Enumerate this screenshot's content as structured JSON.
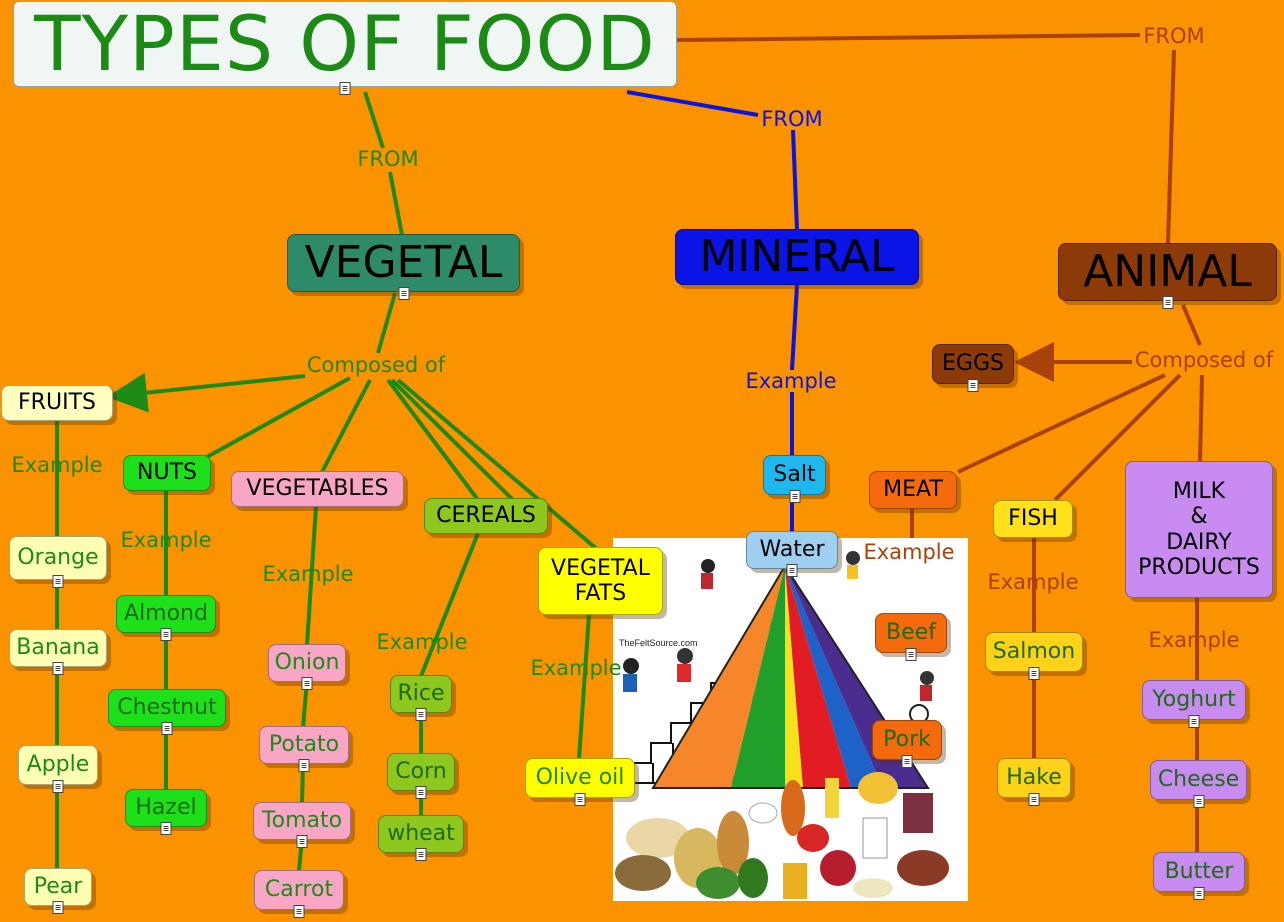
{
  "title": "TYPES OF FOOD",
  "colors": {
    "background": "#FB9200",
    "vegetal_line": "#1E8A16",
    "mineral_line": "#0A14E0",
    "animal_line": "#A8420A"
  },
  "links": {
    "from": "FROM",
    "composed_of": "Composed of",
    "example": "Example"
  },
  "categories": {
    "vegetal": "VEGETAL",
    "mineral": "MINERAL",
    "animal": "ANIMAL"
  },
  "vegetal": {
    "fruits": {
      "label": "FRUITS",
      "examples": [
        "Orange",
        "Banana",
        "Apple",
        "Pear"
      ]
    },
    "nuts": {
      "label": "NUTS",
      "examples": [
        "Almond",
        "Chestnut",
        "Hazel"
      ]
    },
    "vegetables": {
      "label": "VEGETABLES",
      "examples": [
        "Onion",
        "Potato",
        "Tomato",
        "Carrot"
      ]
    },
    "cereals": {
      "label": "CEREALS",
      "examples": [
        "Rice",
        "Corn",
        "wheat"
      ]
    },
    "fats": {
      "label_line1": "VEGETAL",
      "label_line2": "FATS",
      "examples": [
        "Olive oil"
      ]
    }
  },
  "mineral": {
    "examples": [
      "Salt",
      "Water"
    ]
  },
  "animal": {
    "eggs": "EGGS",
    "meat": {
      "label": "MEAT",
      "examples": [
        "Beef",
        "Pork"
      ]
    },
    "fish": {
      "label": "FISH",
      "examples": [
        "Salmon",
        "Hake"
      ]
    },
    "milk": {
      "label_line1": "MILK",
      "label_line2": "&",
      "label_line3": "DAIRY",
      "label_line4": "PRODUCTS",
      "examples": [
        "Yoghurt",
        "Cheese",
        "Butter"
      ]
    }
  },
  "pyramid_image": {
    "caption": "TheFeltSource.com"
  }
}
